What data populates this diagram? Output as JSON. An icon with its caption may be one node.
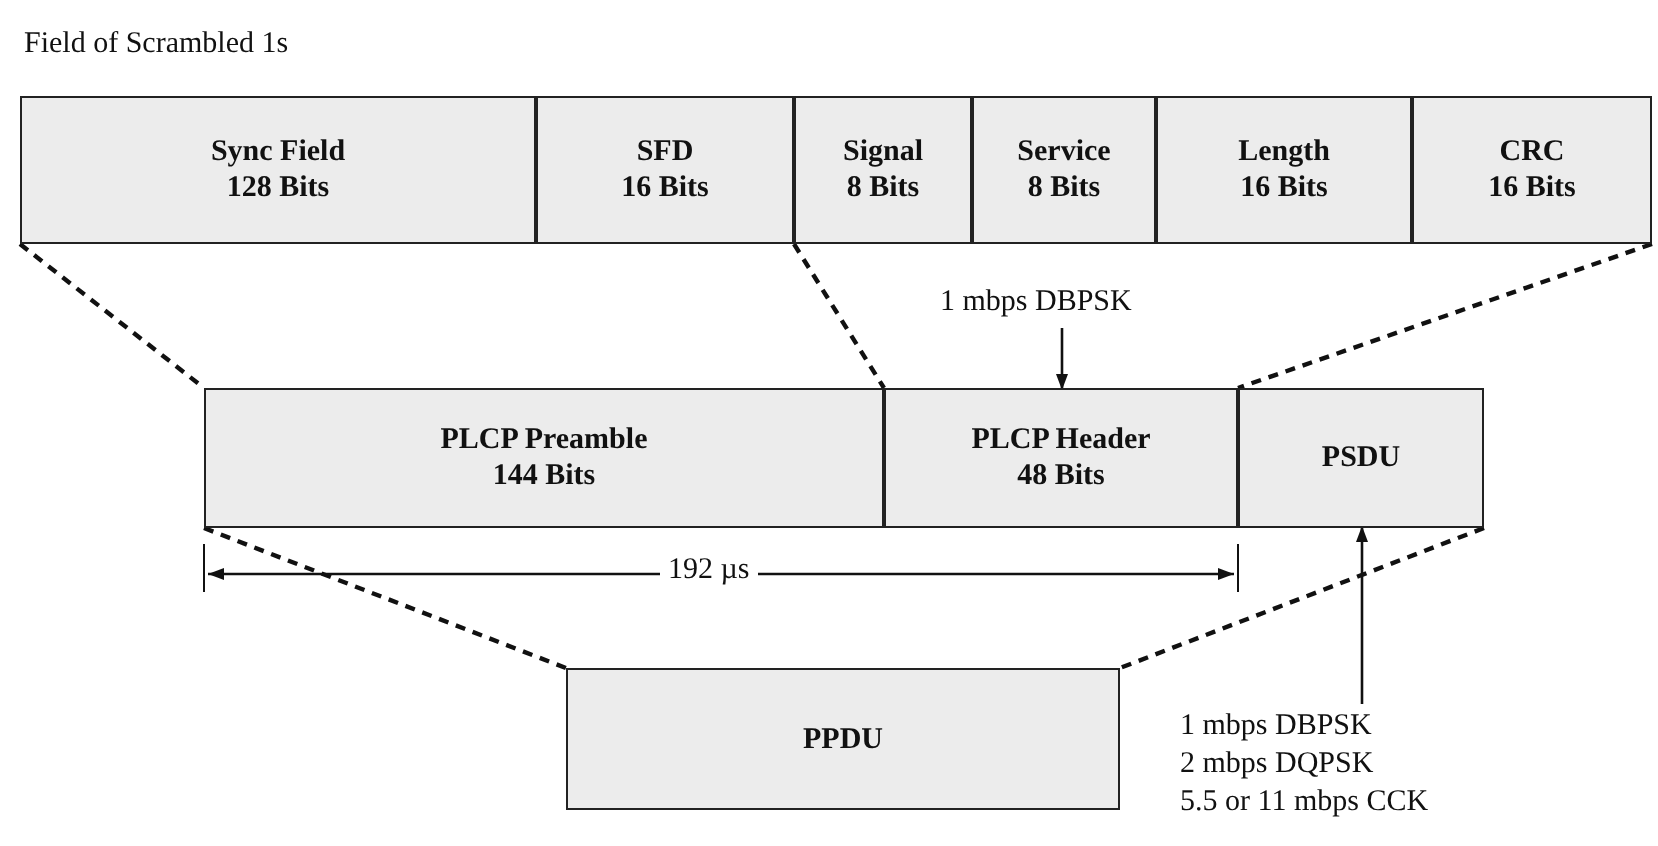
{
  "diagram": {
    "title": "Field of Scrambled 1s",
    "nodes": [
      {
        "text": [
          "Sync Field",
          "128 Bits"
        ]
      },
      {
        "text": [
          "SFD",
          "16 Bits"
        ]
      },
      {
        "text": [
          "Signal",
          "8 Bits"
        ]
      },
      {
        "text": [
          "Service",
          "8 Bits"
        ]
      },
      {
        "text": [
          "Length",
          "16 Bits"
        ]
      },
      {
        "text": [
          "CRC",
          "16 Bits"
        ]
      },
      {
        "text": [
          "PLCP Preamble",
          "144 Bits"
        ]
      },
      {
        "text": [
          "PLCP Header",
          "48 Bits"
        ]
      },
      {
        "text": [
          "PSDU"
        ]
      },
      {
        "text": [
          "PPDU"
        ]
      },
      {
        "text": [
          "1 mbps DBPSK"
        ]
      },
      {
        "text": [
          "1 mbps DBPSK",
          "2 mbps DQPSK",
          "5.5 or 11 mbps CCK"
        ]
      }
    ],
    "edges": [
      {
        "from": 0,
        "to": 6,
        "arrow": "none",
        "style": "dashed"
      },
      {
        "from": 2,
        "to": 7,
        "arrow": "none",
        "style": "dashed"
      },
      {
        "from": 5,
        "to": 7,
        "arrow": "none",
        "style": "dashed"
      },
      {
        "from": 6,
        "to": 9,
        "arrow": "none",
        "style": "dashed"
      },
      {
        "from": 8,
        "to": 9,
        "arrow": "none",
        "style": "dashed"
      },
      {
        "from": 10,
        "to": 7,
        "arrow": "to"
      },
      {
        "from": 11,
        "to": 8,
        "arrow": "to"
      }
    ],
    "labels": [
      "192 µs"
    ]
  }
}
